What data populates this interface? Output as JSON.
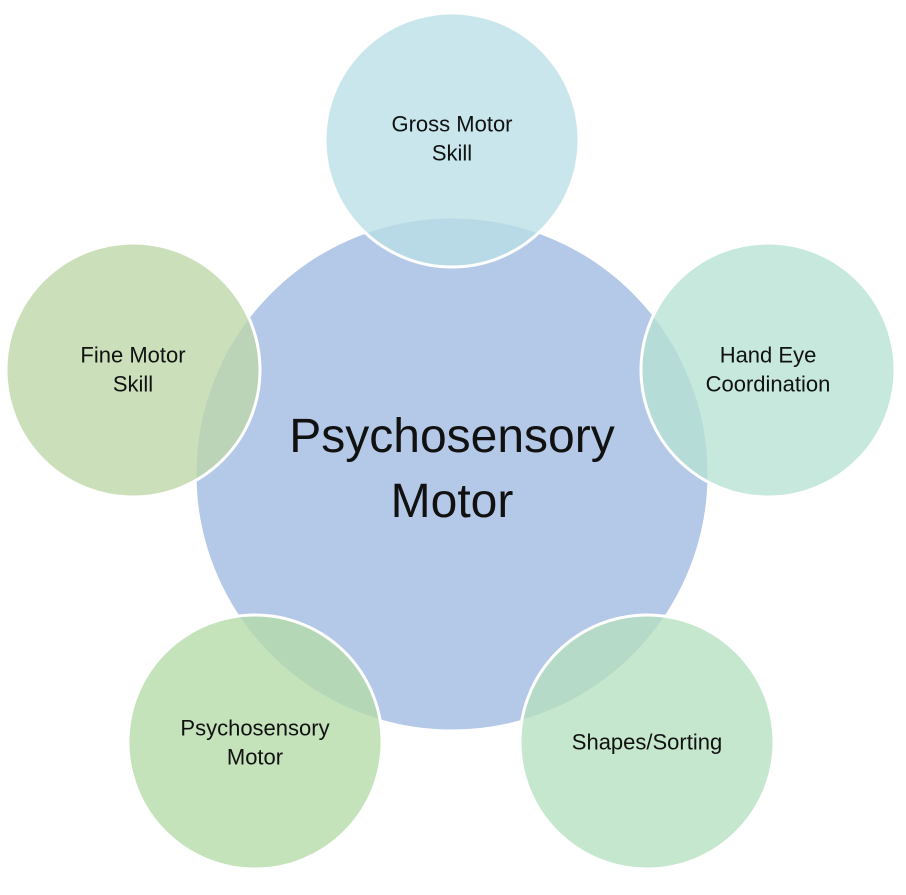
{
  "center": {
    "lines": [
      "Psychosensory",
      "Motor"
    ],
    "color": "#b4c8e7"
  },
  "nodes": [
    {
      "id": "gross-motor-skill",
      "lines": [
        "Gross Motor",
        "Skill"
      ],
      "color": "#b8dfe5"
    },
    {
      "id": "hand-eye-coordination",
      "lines": [
        "Hand Eye",
        "Coordination"
      ],
      "color": "#b6e2d3"
    },
    {
      "id": "shapes-sorting",
      "lines": [
        "Shapes/Sorting"
      ],
      "color": "#b5e0bf"
    },
    {
      "id": "psychosensory-motor",
      "lines": [
        "Psychosensory",
        "Motor"
      ],
      "color": "#b3dba8"
    },
    {
      "id": "fine-motor-skill",
      "lines": [
        "Fine Motor",
        "Skill"
      ],
      "color": "#bdd6a8"
    }
  ]
}
